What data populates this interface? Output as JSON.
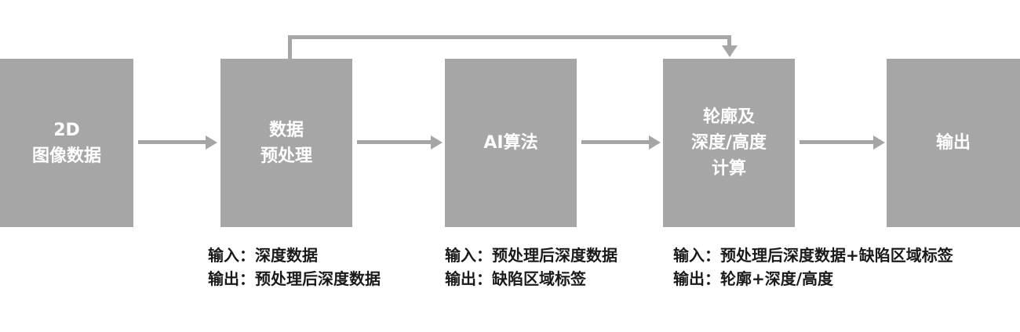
{
  "diagram": {
    "title": "2D image data AI processing pipeline",
    "nodes": [
      {
        "lines": [
          "2D",
          "图像数据"
        ]
      },
      {
        "lines": [
          "数据",
          "预处理"
        ]
      },
      {
        "lines": [
          "AI算法"
        ]
      },
      {
        "lines": [
          "轮廓及",
          "深度/高度",
          "计算"
        ]
      },
      {
        "lines": [
          "输出"
        ]
      }
    ],
    "notes": [
      {
        "lines": [
          "输入：深度数据",
          "输出：预处理后深度数据"
        ]
      },
      {
        "lines": [
          "输入：预处理后深度数据",
          "输出：缺陷区域标签"
        ]
      },
      {
        "lines": [
          "输入：预处理后深度数据+缺陷区域标签",
          "输出：轮廓+深度/高度"
        ]
      }
    ],
    "colors": {
      "box_fill": "#a6a6a6",
      "box_text": "#ffffff",
      "arrow": "#a6a6a6",
      "note_text": "#1a1a1a",
      "background": "#ffffff"
    }
  }
}
